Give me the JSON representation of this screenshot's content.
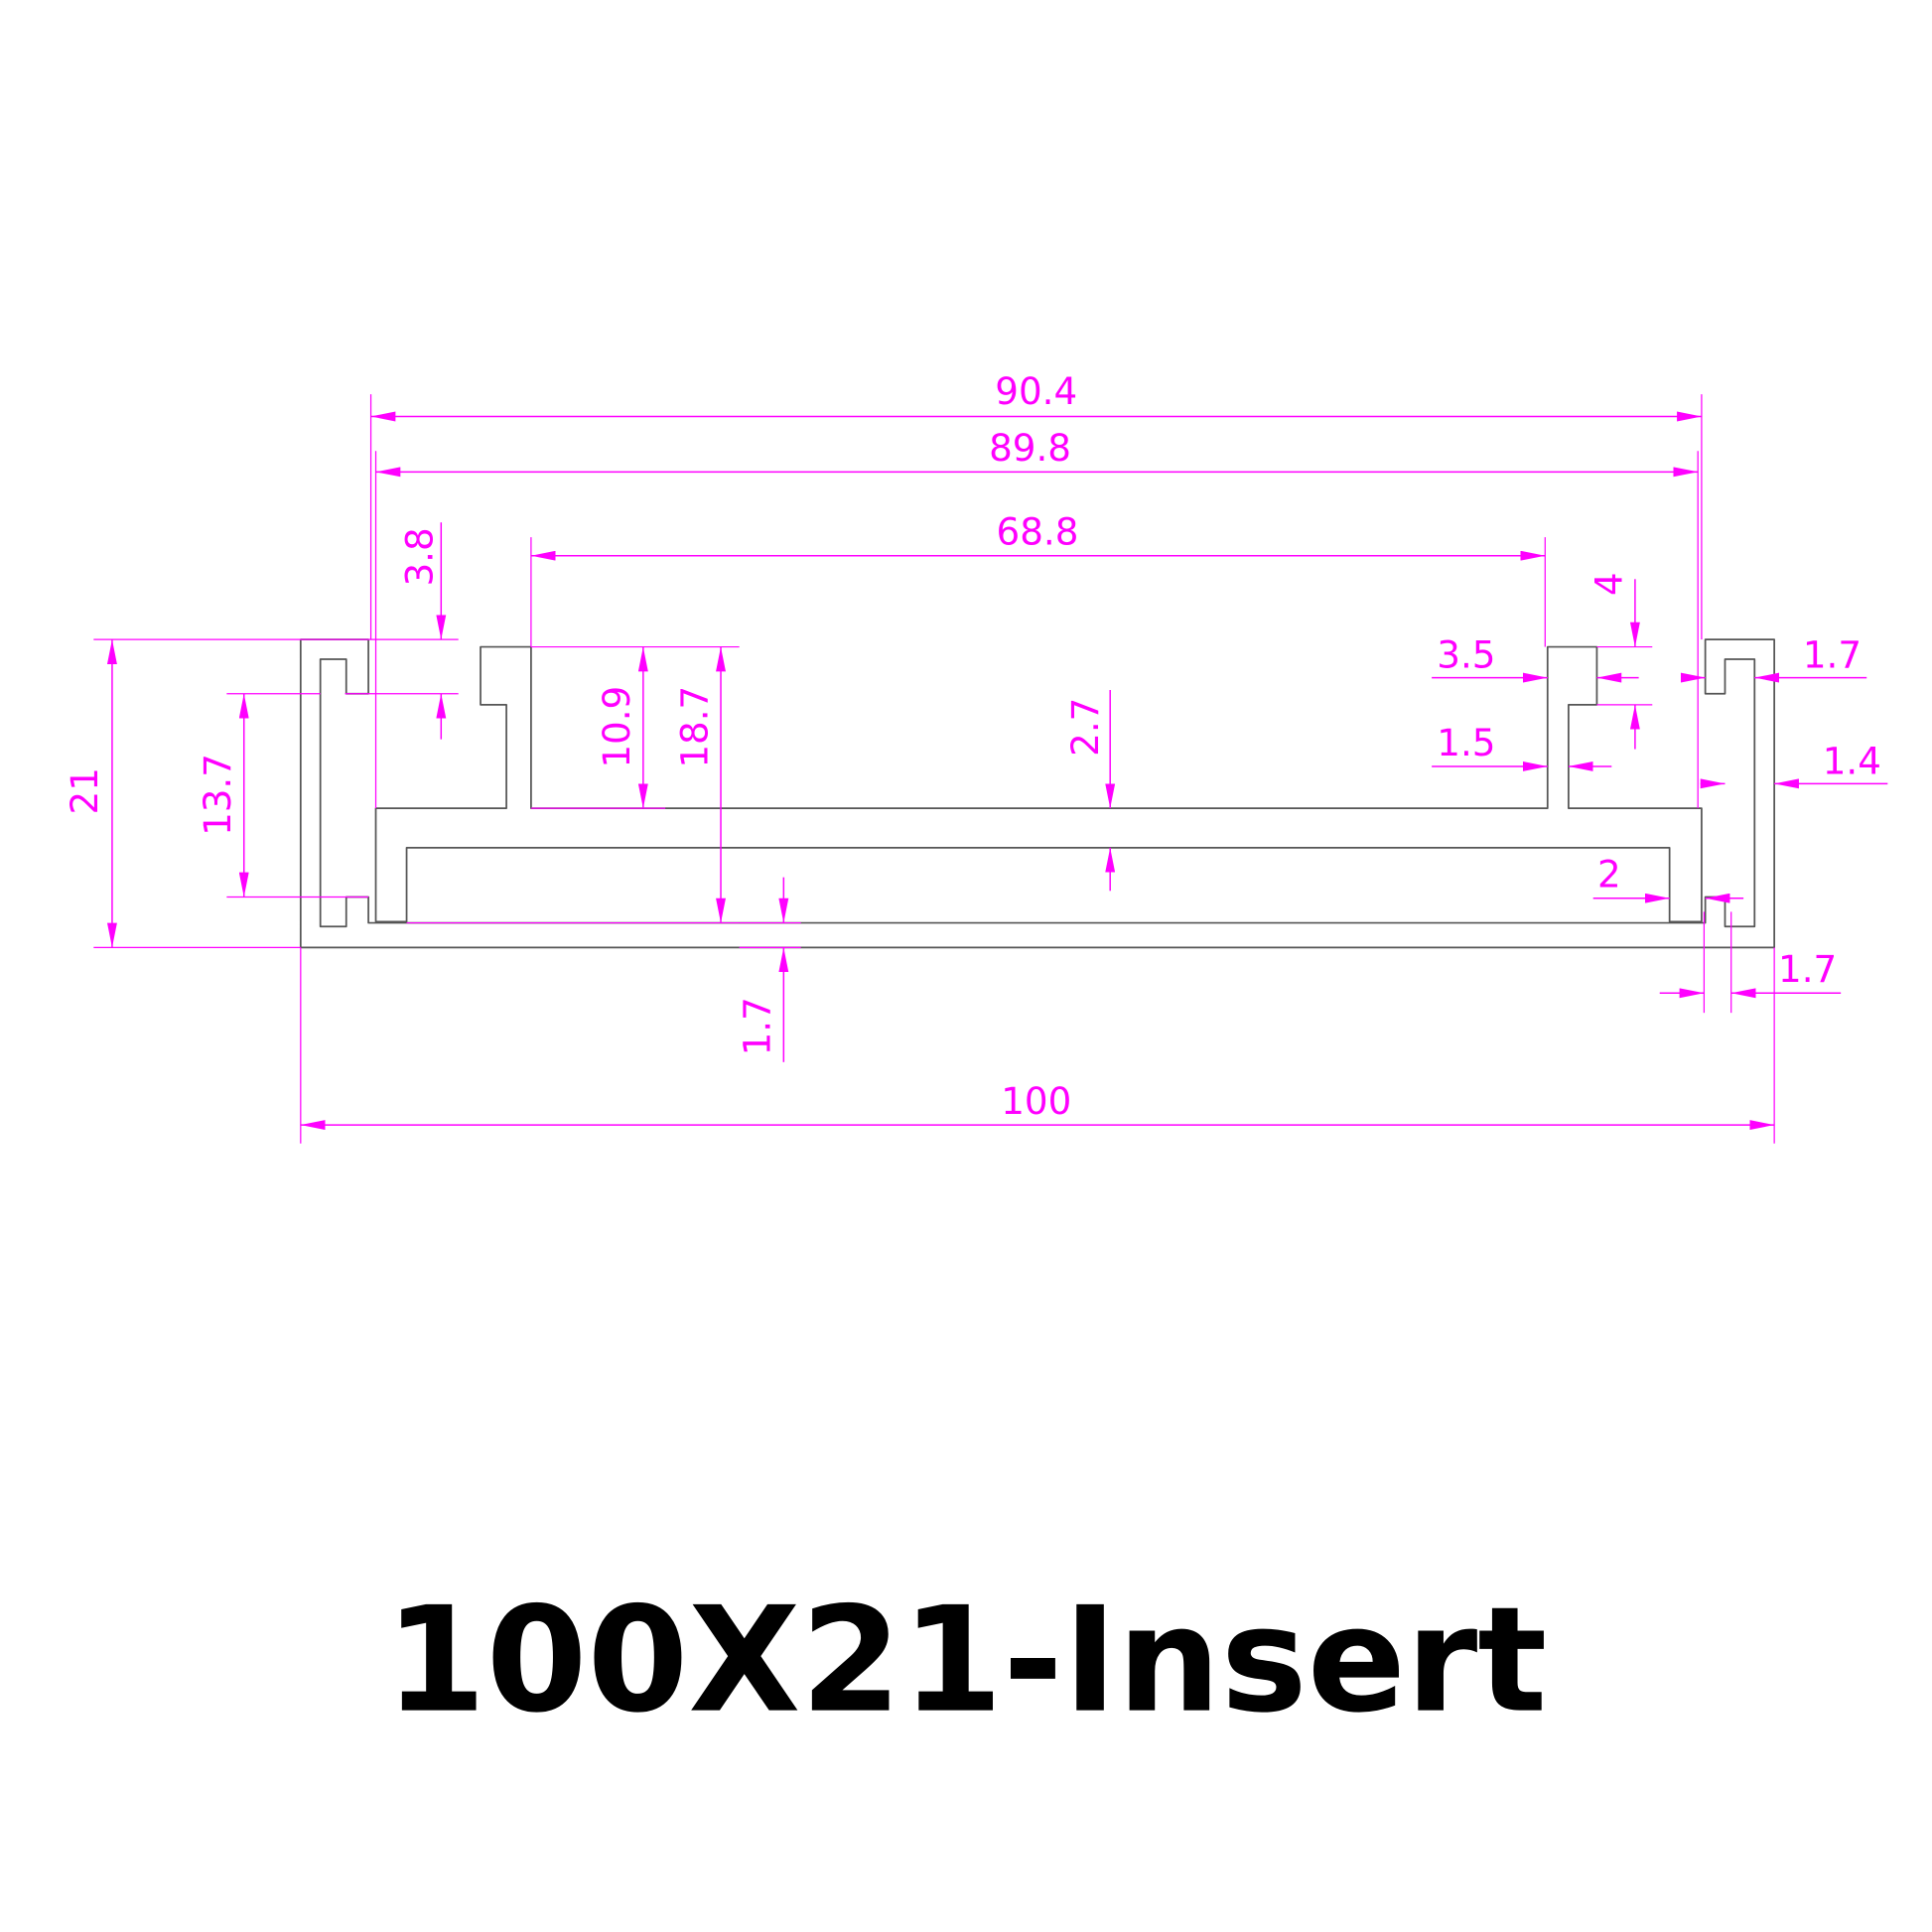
{
  "title": "100X21-Insert",
  "colors": {
    "dimension": "#ff00ff",
    "profile": "#555555"
  },
  "dimensions": {
    "d90_4": "90.4",
    "d89_8": "89.8",
    "d68_8": "68.8",
    "d3_8": "3.8",
    "d21": "21",
    "d13_7": "13.7",
    "d10_9": "10.9",
    "d18_7": "18.7",
    "d2_7": "2.7",
    "d1_7_bottom": "1.7",
    "d100": "100",
    "d4": "4",
    "d3_5": "3.5",
    "d1_5": "1.5",
    "d1_7_top_right": "1.7",
    "d1_4": "1.4",
    "d2": "2",
    "d1_7_bottom_right": "1.7"
  }
}
